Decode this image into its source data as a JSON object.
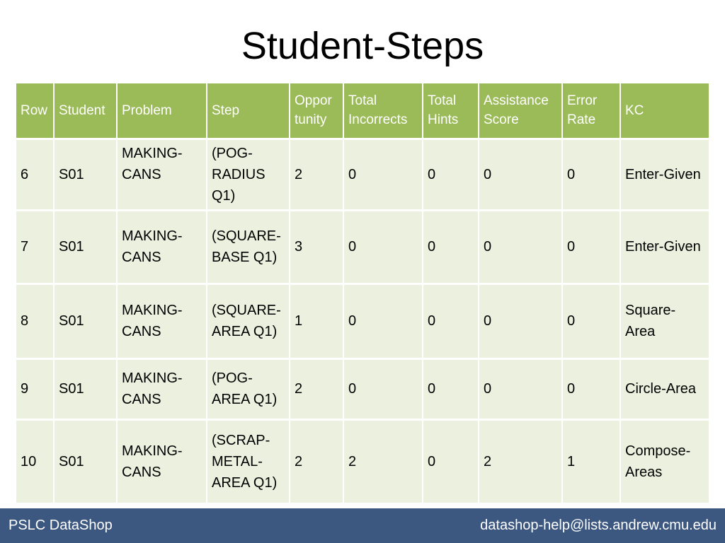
{
  "slide": {
    "title": "Student-Steps"
  },
  "table": {
    "headers": {
      "row": "Row",
      "student": "Student",
      "problem": "Problem",
      "step": "Step",
      "opportunity": "Oppor tunity",
      "total_incorrects": "Total Incorrects",
      "total_hints": "Total Hints",
      "assistance_score": "Assistance Score",
      "error_rate": "Error Rate",
      "kc": "KC"
    },
    "rows": [
      {
        "row": "6",
        "student": "S01",
        "problem": "MAKING-CANS",
        "step": "(POG-RADIUS Q1)",
        "opportunity": "2",
        "total_incorrects": "0",
        "total_hints": "0",
        "assistance_score": "0",
        "error_rate": "0",
        "kc": "Enter-Given"
      },
      {
        "row": "7",
        "student": "S01",
        "problem": "MAKING-CANS",
        "step": "(SQUARE-BASE Q1)",
        "opportunity": "3",
        "total_incorrects": "0",
        "total_hints": "0",
        "assistance_score": "0",
        "error_rate": "0",
        "kc": "Enter-Given"
      },
      {
        "row": "8",
        "student": "S01",
        "problem": "MAKING-CANS",
        "step": "(SQUARE-AREA Q1)",
        "opportunity": "1",
        "total_incorrects": "0",
        "total_hints": "0",
        "assistance_score": "0",
        "error_rate": "0",
        "kc": "Square-Area"
      },
      {
        "row": "9",
        "student": "S01",
        "problem": "MAKING-CANS",
        "step": "(POG-AREA Q1)",
        "opportunity": "2",
        "total_incorrects": "0",
        "total_hints": "0",
        "assistance_score": "0",
        "error_rate": "0",
        "kc": "Circle-Area"
      },
      {
        "row": "10",
        "student": "S01",
        "problem": "MAKING-CANS",
        "step": "(SCRAP-METAL-AREA Q1)",
        "opportunity": "2",
        "total_incorrects": "2",
        "total_hints": "0",
        "assistance_score": "2",
        "error_rate": "1",
        "kc": "Compose-Areas"
      }
    ]
  },
  "footer": {
    "left": "PSLC DataShop",
    "right": "datashop-help@lists.andrew.cmu.edu"
  },
  "colors": {
    "header_bg": "#9bbb59",
    "row_bg": "#ebf1de",
    "footer_bg": "#3c5780"
  }
}
